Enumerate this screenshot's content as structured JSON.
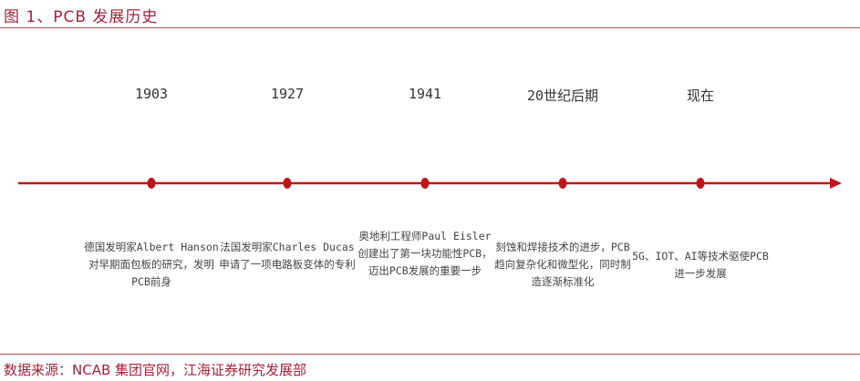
{
  "title": "图 1、PCB 发展历史",
  "accent_color": "#c0141c",
  "timeline": [
    {
      "label": "1903",
      "desc": "德国发明家Albert Hanson对早期面包板的研究，发明PCB前身"
    },
    {
      "label": "1927",
      "desc": "法国发明家Charles Ducas申请了一项电路板变体的专利"
    },
    {
      "label": "1941",
      "desc": "奥地利工程师Paul Eisler创建出了第一块功能性PCB，迈出PCB发展的重要一步"
    },
    {
      "label": "20世纪后期",
      "desc": "刻蚀和焊接技术的进步，PCB趋向复杂化和微型化，同时制造逐渐标准化"
    },
    {
      "label": "现在",
      "desc": "5G、IOT、AI等技术驱使PCB进一步发展"
    }
  ],
  "source": "数据来源：NCAB 集团官网，江海证券研究发展部"
}
